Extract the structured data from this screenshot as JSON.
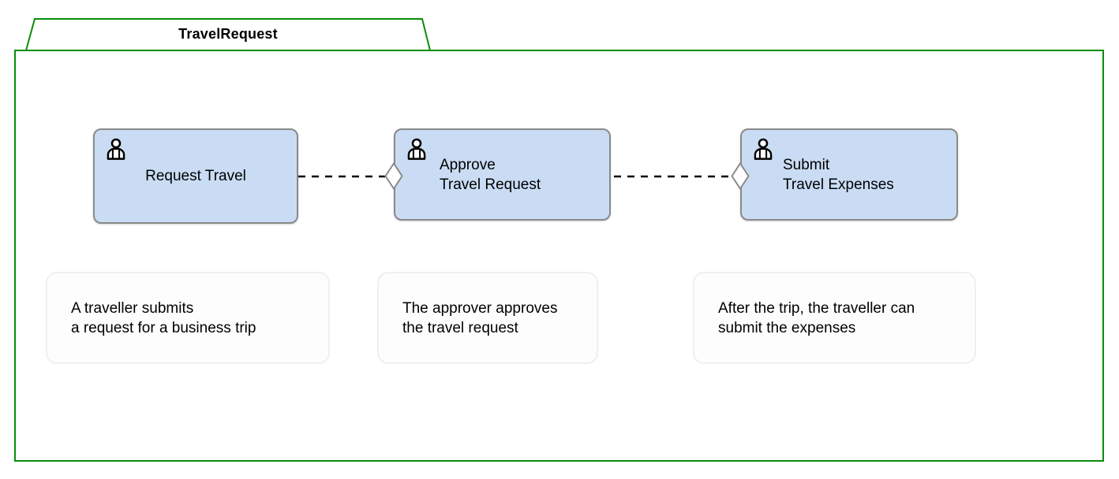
{
  "case": {
    "name": "TravelRequest"
  },
  "tasks": [
    {
      "label": "Request Travel",
      "icon": "user-icon",
      "has_entry_criterion": false
    },
    {
      "label": "Approve\nTravel Request",
      "icon": "user-icon",
      "has_entry_criterion": true
    },
    {
      "label": "Submit\nTravel Expenses",
      "icon": "user-icon",
      "has_entry_criterion": true
    }
  ],
  "notes": [
    {
      "text": "A traveller submits\na request for a business trip"
    },
    {
      "text": "The approver approves\nthe travel request"
    },
    {
      "text": "After the trip, the traveller can\nsubmit the expenses"
    }
  ],
  "colors": {
    "case_border": "#0a8c0a",
    "task_fill": "#c9dcf4",
    "task_border": "#8a8a8a",
    "sentry_fill": "#ffffff",
    "sentry_border": "#8a8a8a",
    "connector": "#000000",
    "note_border": "#efefef",
    "text": "#000000"
  }
}
